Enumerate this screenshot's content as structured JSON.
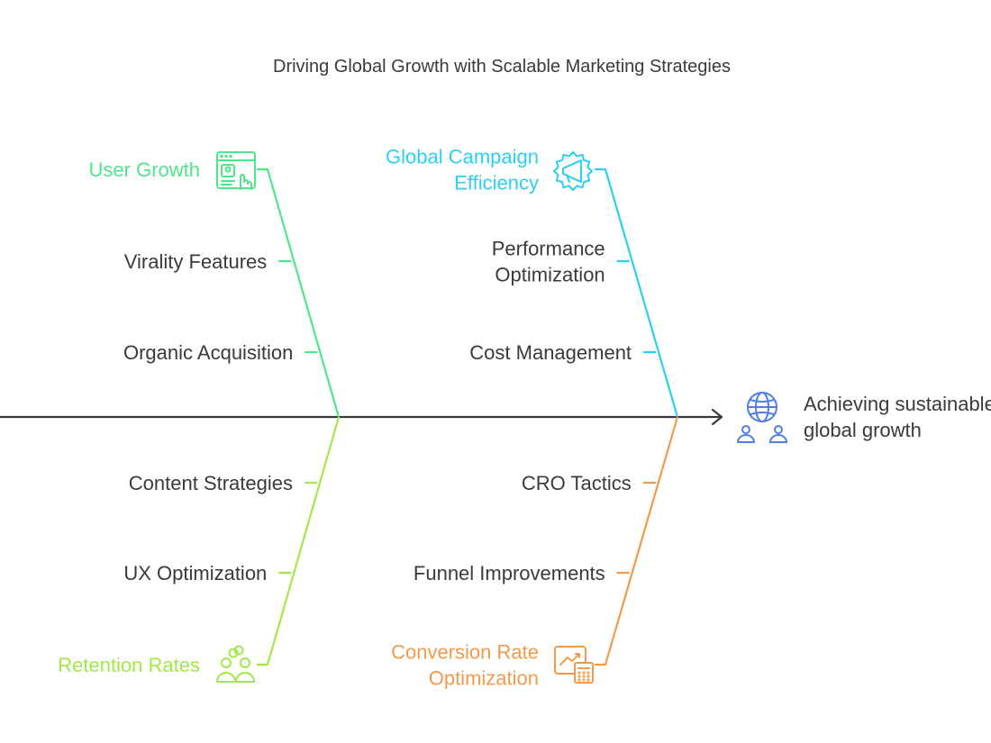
{
  "title": "Driving Global Growth with Scalable Marketing Strategies",
  "outcome": {
    "lines": [
      "Achieving sustainable",
      "global growth"
    ],
    "icon": "globe-people-icon",
    "color": "#4f7ee8"
  },
  "colors": {
    "spine": "#3a3a3a",
    "text": "#3a3a3a"
  },
  "branches": {
    "user_growth": {
      "color": "#4ee68a",
      "icon": "web-user-click-icon",
      "label_lines": [
        "User Growth"
      ],
      "factors": [
        [
          "Virality Features"
        ],
        [
          "Organic Acquisition"
        ]
      ]
    },
    "campaign": {
      "color": "#2bd0ef",
      "icon": "megaphone-badge-icon",
      "label_lines": [
        "Global Campaign",
        "Efficiency"
      ],
      "factors": [
        [
          "Performance",
          "Optimization"
        ],
        [
          "Cost Management"
        ]
      ]
    },
    "retention": {
      "color": "#a3e84a",
      "icon": "users-link-icon",
      "label_lines": [
        "Retention Rates"
      ],
      "factors": [
        [
          "Content Strategies"
        ],
        [
          "UX Optimization"
        ]
      ]
    },
    "conversion": {
      "color": "#f29a4a",
      "icon": "chart-calculator-icon",
      "label_lines": [
        "Conversion Rate",
        "Optimization"
      ],
      "factors": [
        [
          "CRO Tactics"
        ],
        [
          "Funnel Improvements"
        ]
      ]
    }
  }
}
